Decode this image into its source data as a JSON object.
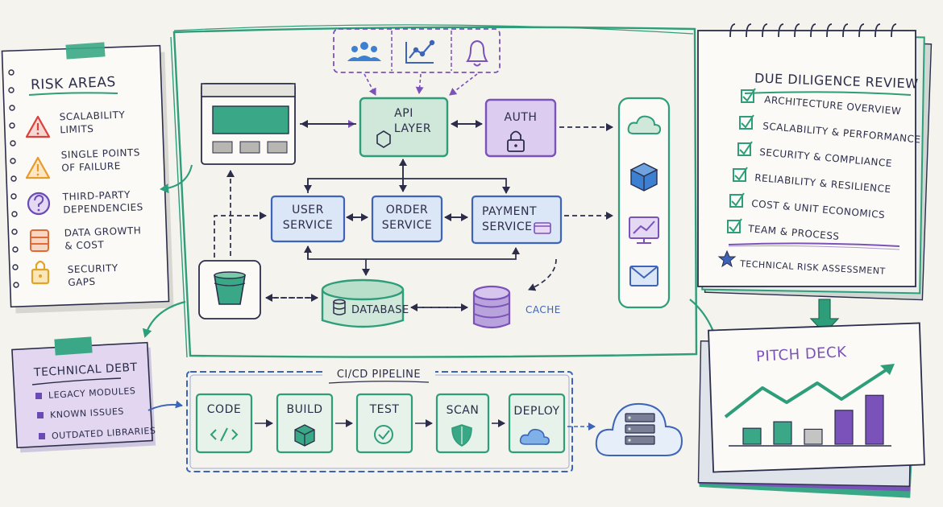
{
  "risk_areas": {
    "title": "Risk Areas",
    "items": [
      {
        "line1": "Scalability",
        "line2": "limits",
        "icon": "warning-triangle-icon",
        "color": "#d9413a"
      },
      {
        "line1": "Single Points",
        "line2": "of Failure",
        "icon": "warning-triangle-icon",
        "color": "#e89a2a"
      },
      {
        "line1": "Third-Party",
        "line2": "Dependencies",
        "icon": "question-circle-icon",
        "color": "#6a4bb5"
      },
      {
        "line1": "Data Growth",
        "line2": "& Cost",
        "icon": "database-icon",
        "color": "#e06a36"
      },
      {
        "line1": "Security",
        "line2": "Gaps",
        "icon": "lock-icon",
        "color": "#e0a42a"
      }
    ]
  },
  "technical_debt": {
    "title": "Technical Debt",
    "items": [
      "Legacy modules",
      "Known issues",
      "Outdated libraries"
    ]
  },
  "architecture": {
    "api_line1": "API",
    "api_line2": "Layer",
    "auth": "Auth",
    "user_line1": "User",
    "user_line2": "Service",
    "order_line1": "Order",
    "order_line2": "Service",
    "payment_line1": "Payment",
    "payment_line2": "Service",
    "database": "Database",
    "cache": "Cache"
  },
  "pipeline": {
    "title": "CI/CD Pipeline",
    "stages": [
      "Code",
      "Build",
      "Test",
      "Scan",
      "Deploy"
    ]
  },
  "due_diligence": {
    "title": "Due Diligence Review",
    "items": [
      "Architecture overview",
      "Scalability & Performance",
      "Security & compliance",
      "Reliability & Resilience",
      "Cost & unit Economics",
      "Team & Process"
    ],
    "highlight": "Technical Risk Assessment"
  },
  "pitch_deck": {
    "title": "Pitch Deck",
    "bar_values": [
      0.32,
      0.45,
      0.3,
      0.68,
      0.98
    ]
  },
  "colors": {
    "ink": "#2b2d4a",
    "green": "#2e9e7a",
    "green_fill": "#cfe8d9",
    "purple": "#7b52b9",
    "purple_fill": "#dccdf0",
    "blue": "#3d64b8",
    "blue_fill": "#dbe6f6"
  }
}
